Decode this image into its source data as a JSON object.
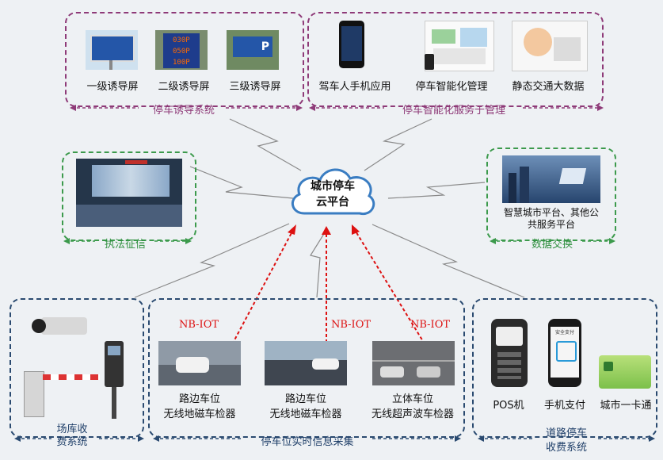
{
  "center": {
    "line1": "城市停车",
    "line2": "云平台"
  },
  "guidance": {
    "caption": "停车诱导系统",
    "items": [
      {
        "label": "一级诱导屏"
      },
      {
        "label": "二级诱导屏",
        "screen_values": [
          "030P",
          "050P",
          "100P"
        ]
      },
      {
        "label": "三级诱导屏"
      }
    ]
  },
  "service": {
    "caption": "停车智能化服务于管理",
    "items": [
      {
        "label": "驾车人手机应用"
      },
      {
        "label": "停车智能化管理"
      },
      {
        "label": "静态交通大数据"
      }
    ]
  },
  "enforcement": {
    "caption": "执法征信"
  },
  "exchange": {
    "caption": "数据交换",
    "desc_line1": "智慧城市平台、其他公",
    "desc_line2": "共服务平台"
  },
  "garage": {
    "caption_line1": "场库收",
    "caption_line2": "费系统"
  },
  "realtime": {
    "caption": "停车位实时信息采集",
    "links": [
      "NB-IOT",
      "NB-IOT",
      "NB-IOT"
    ],
    "items": [
      {
        "line1": "路边车位",
        "line2": "无线地磁车检器"
      },
      {
        "line1": "路边车位",
        "line2": "无线地磁车检器"
      },
      {
        "line1": "立体车位",
        "line2": "无线超声波车检器"
      }
    ]
  },
  "road": {
    "caption_line1": "道路停车",
    "caption_line2": "收费系统",
    "items": [
      {
        "label": "POS机"
      },
      {
        "label": "手机支付"
      },
      {
        "label": "城市一卡通"
      }
    ],
    "pay_screen_title": "安全支付"
  },
  "colors": {
    "purple": "#8e3a78",
    "green": "#3c9a4c",
    "navy": "#2a4a70",
    "red": "#d11111"
  }
}
